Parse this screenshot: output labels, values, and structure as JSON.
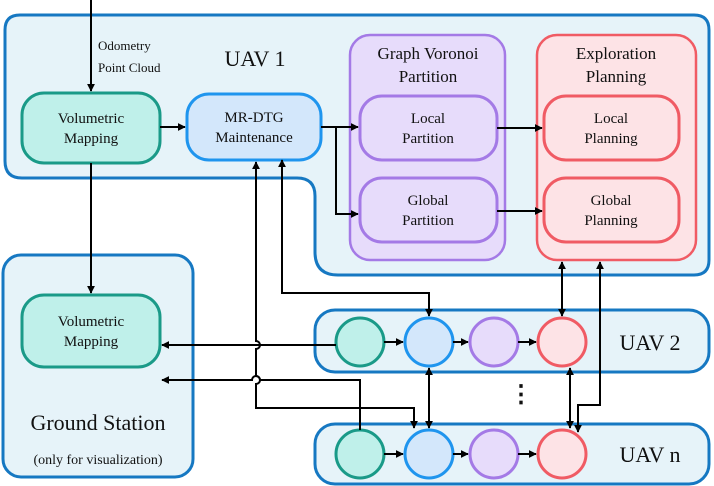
{
  "uav1": {
    "title": "UAV 1"
  },
  "inputs": {
    "odometry": "Odometry",
    "point_cloud": "Point Cloud"
  },
  "nodes": {
    "volumetric_mapping_1": [
      "Volumetric",
      "Mapping"
    ],
    "mr_dtg": [
      "MR-DTG",
      "Maintenance"
    ],
    "gvp_group": [
      "Graph Voronoi",
      "Partition"
    ],
    "local_partition": [
      "Local",
      "Partition"
    ],
    "global_partition": [
      "Global",
      "Partition"
    ],
    "exploration_group": [
      "Exploration",
      "Planning"
    ],
    "local_planning": [
      "Local",
      "Planning"
    ],
    "global_planning": [
      "Global",
      "Planning"
    ],
    "volumetric_mapping_gs": [
      "Volumetric",
      "Mapping"
    ]
  },
  "ground_station": {
    "title": "Ground Station",
    "note": "(only for visualization)"
  },
  "uav2": {
    "title": "UAV 2"
  },
  "uavn": {
    "title": "UAV n"
  },
  "ellipsis": "⋮",
  "colors": {
    "container_fill": "#e6f3f9",
    "container_stroke": "#1678c2",
    "teal_fill": "#bff0ea",
    "teal_stroke": "#1a9a88",
    "blue_fill": "#d3e7fb",
    "blue_stroke": "#1f95ee",
    "purple_fill": "#e7dcfb",
    "purple_stroke": "#a47ae6",
    "red_fill": "#fde3e6",
    "red_stroke": "#f05b64"
  }
}
